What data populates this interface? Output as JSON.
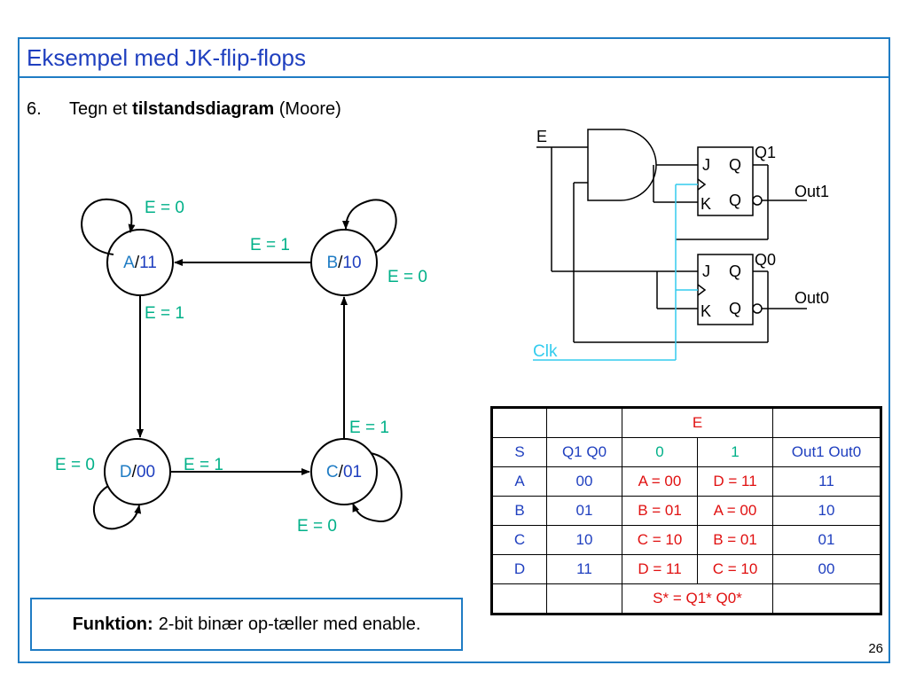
{
  "title": "Eksempel med JK-flip-flops",
  "item": {
    "number": "6.",
    "pre": "Tegn et ",
    "bold": "tilstandsdiagram",
    "post": " (Moore)"
  },
  "states": [
    {
      "letter": "A",
      "out": "11"
    },
    {
      "letter": "B",
      "out": "10"
    },
    {
      "letter": "C",
      "out": "01"
    },
    {
      "letter": "D",
      "out": "00"
    }
  ],
  "transitions": {
    "a_self": "E = 0",
    "b_to_a": "E = 1",
    "b_self": "E = 0",
    "a_to_d": "E = 1",
    "c_to_b": "E = 1",
    "d_self": "E = 0",
    "d_to_c": "E = 1",
    "c_self": "E = 0"
  },
  "circuit": {
    "e": "E",
    "q1": "Q1",
    "q0": "Q0",
    "out1": "Out1",
    "out0": "Out0",
    "clk": "Clk",
    "j": "J",
    "k": "K",
    "q": "Q"
  },
  "function_box": {
    "label": "Funktion:",
    "text": "2-bit binær op-tæller med enable."
  },
  "table": {
    "header_e": "E",
    "sub": [
      "S",
      "Q1 Q0",
      "0",
      "1",
      "Out1 Out0"
    ],
    "rows": [
      [
        "A",
        "00",
        "A = 00",
        "D = 11",
        "11"
      ],
      [
        "B",
        "01",
        "B = 01",
        "A = 00",
        "10"
      ],
      [
        "C",
        "10",
        "C = 10",
        "B = 01",
        "01"
      ],
      [
        "D",
        "11",
        "D = 11",
        "C = 10",
        "00"
      ]
    ],
    "footer": "S* = Q1* Q0*"
  },
  "page_number": "26",
  "colors": {
    "frame": "#1f7cc4",
    "title": "#1f3fbf",
    "label": "#00b088",
    "next_state": "#e01010",
    "clk": "#33ccee"
  }
}
